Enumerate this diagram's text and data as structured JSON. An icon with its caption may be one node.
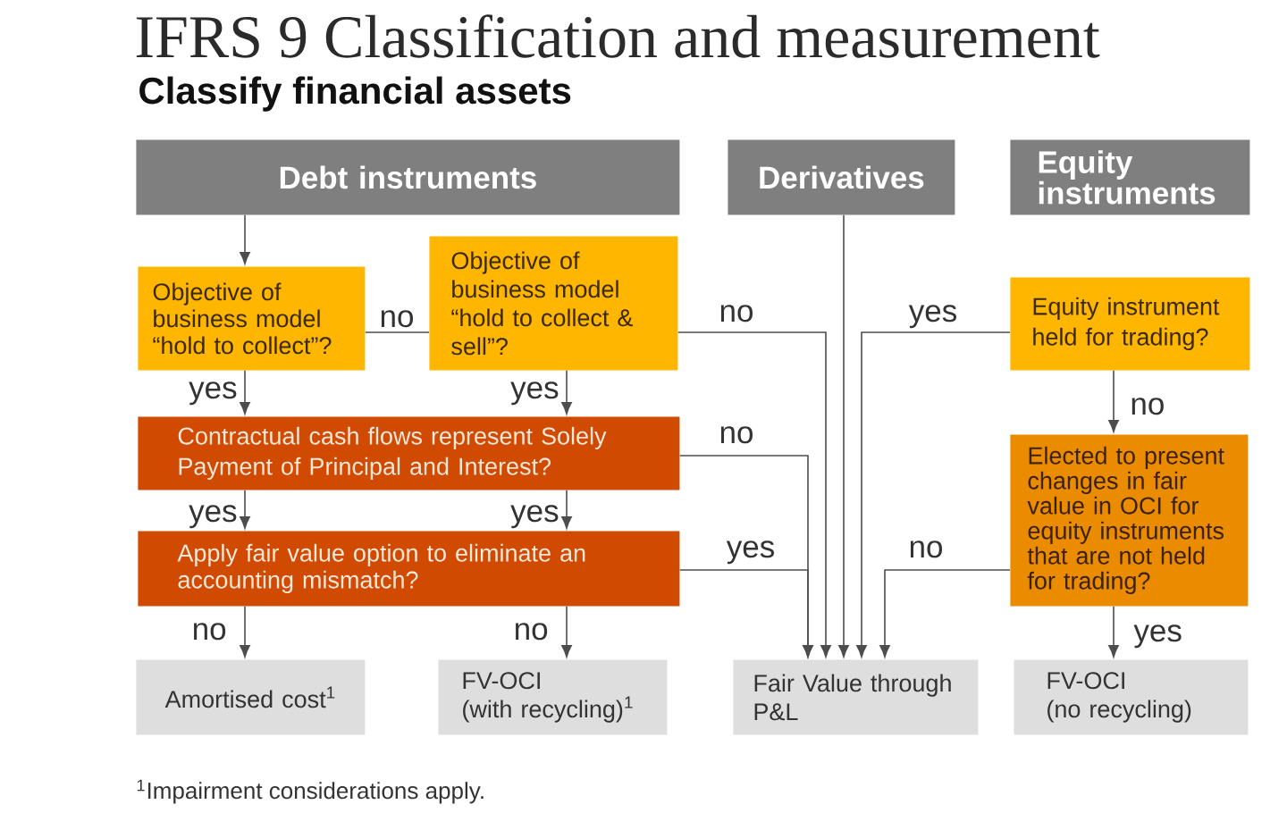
{
  "diagram": {
    "title": "IFRS 9 Classification and measurement",
    "nodes": [
      {
        "text": [
          "Debt instruments"
        ]
      },
      {
        "text": [
          "Derivatives"
        ]
      },
      {
        "text": [
          "Equity instruments"
        ]
      },
      {
        "text": [
          "Objective of business model “hold to collect”?"
        ]
      },
      {
        "text": [
          "Objective of business model “hold to collect & sell”?"
        ]
      },
      {
        "text": [
          "Equity instrument held for trading?"
        ]
      },
      {
        "text": [
          "Contractual cash flows represent Solely Payment of Principal and Interest?"
        ]
      },
      {
        "text": [
          "Apply fair value option to eliminate an accounting mismatch?"
        ]
      },
      {
        "text": [
          "Elected to present changes in fair value in OCI for equity instruments that are not held for trading?"
        ]
      },
      {
        "text": [
          "Amortised cost$^{1}$"
        ]
      },
      {
        "text": [
          "FV-OCI (with recycling)$^{1}$"
        ]
      },
      {
        "text": [
          "Fair Value through P&L"
        ]
      },
      {
        "text": [
          "FV-OCI (no recycling)"
        ]
      }
    ],
    "edges": [
      {
        "from": 0,
        "to": 3,
        "arrow": "to"
      },
      {
        "from": 3,
        "to": 4,
        "arrow": "none",
        "label": "no"
      },
      {
        "from": 3,
        "to": 6,
        "arrow": "to",
        "label": "yes"
      },
      {
        "from": 4,
        "to": 6,
        "arrow": "to",
        "label": "yes"
      },
      {
        "from": 6,
        "to": 7,
        "arrow": "to",
        "label": "yes"
      },
      {
        "from": 6,
        "to": 7,
        "arrow": "to",
        "label": "yes"
      },
      {
        "from": 7,
        "to": 9,
        "arrow": "to",
        "label": "no"
      },
      {
        "from": 7,
        "to": 10,
        "arrow": "to",
        "label": "no"
      },
      {
        "from": 4,
        "to": 11,
        "arrow": "to",
        "label": "no"
      },
      {
        "from": 1,
        "to": 11,
        "arrow": "to"
      },
      {
        "from": 5,
        "to": 11,
        "arrow": "to",
        "label": "yes"
      },
      {
        "from": 6,
        "to": 11,
        "arrow": "to",
        "label": "no"
      },
      {
        "from": 7,
        "to": 11,
        "arrow": "to",
        "label": "yes"
      },
      {
        "from": 5,
        "to": 8,
        "arrow": "to",
        "label": "no"
      },
      {
        "from": 8,
        "to": 11,
        "arrow": "to",
        "label": "no"
      },
      {
        "from": 8,
        "to": 12,
        "arrow": "to",
        "label": "yes"
      }
    ],
    "labels": [
      "Classify financial assets",
      "$^{1}$Impairment considerations apply."
    ]
  }
}
